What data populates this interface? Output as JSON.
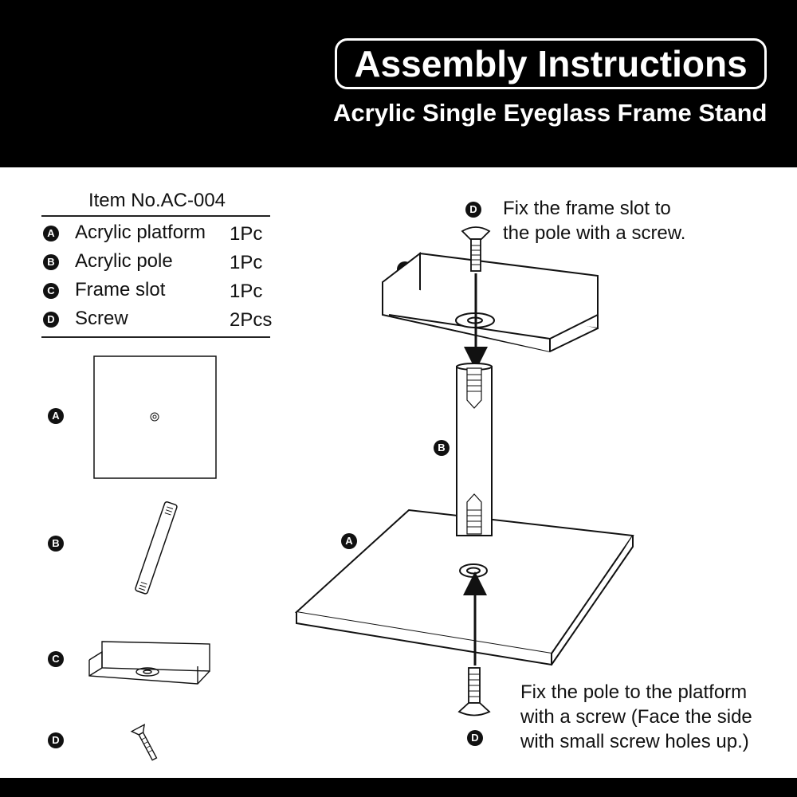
{
  "header": {
    "title": "Assembly Instructions",
    "subtitle": "Acrylic Single Eyeglass Frame Stand"
  },
  "parts": {
    "item_number": "Item No.AC-004",
    "items": [
      {
        "letter": "A",
        "name": "Acrylic platform",
        "qty": "1Pc"
      },
      {
        "letter": "B",
        "name": "Acrylic pole",
        "qty": "1Pc"
      },
      {
        "letter": "C",
        "name": "Frame slot",
        "qty": "1Pc"
      },
      {
        "letter": "D",
        "name": "Screw",
        "qty": "2Pcs"
      }
    ]
  },
  "steps": {
    "top": {
      "badge": "D",
      "line1": "Fix the frame slot to",
      "line2": "the pole with a screw."
    },
    "bottom": {
      "badge": "D",
      "line1": "Fix the pole to the platform",
      "line2": "with a screw (Face the side",
      "line3": "with small screw holes up.)"
    }
  },
  "diagram_labels": {
    "slot": "C",
    "pole": "B",
    "platform": "A"
  },
  "thumbnail_labels": [
    "A",
    "B",
    "C",
    "D"
  ]
}
